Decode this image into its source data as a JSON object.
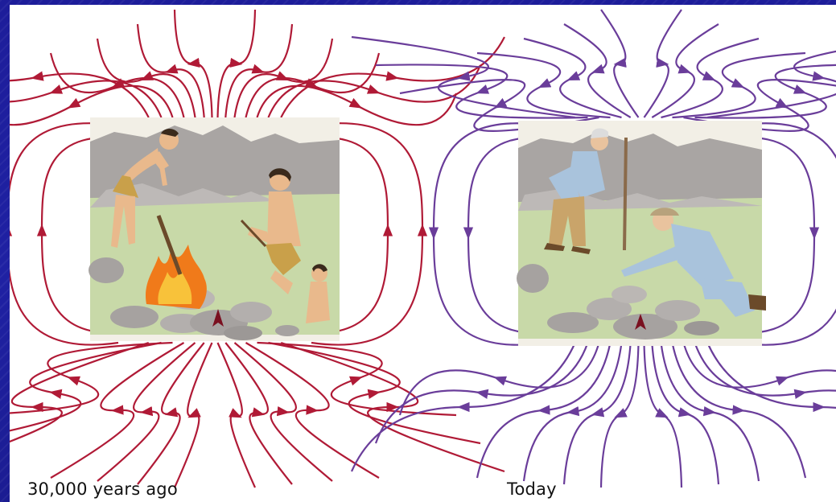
{
  "figure": {
    "panels": [
      {
        "id": "past",
        "caption": "30,000 years ago",
        "field_color": "#b01a36",
        "compass_icon": "compass-needle-icon"
      },
      {
        "id": "today",
        "caption": "Today",
        "field_color": "#6a3d9a",
        "compass_icon": "compass-needle-icon"
      }
    ],
    "colors": {
      "slide_background": "#1f1f9c",
      "ground": "#c8d9a8",
      "rock": "#a6a2a0",
      "fire": "#f07a1a"
    }
  }
}
